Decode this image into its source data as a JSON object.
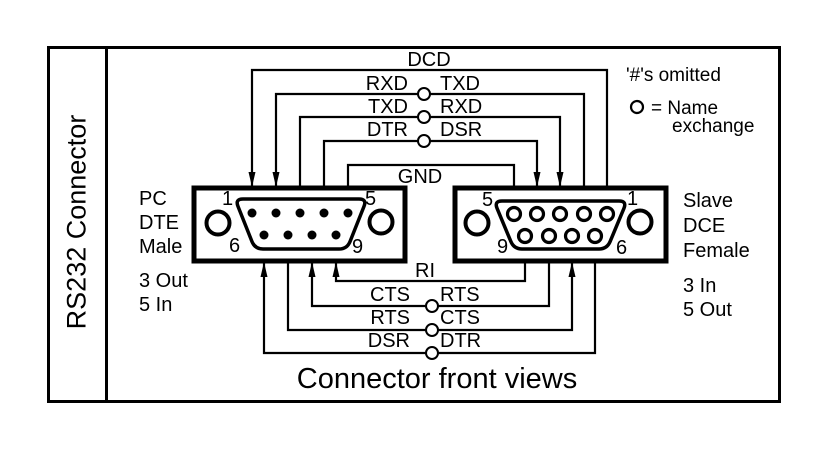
{
  "panel": {
    "side_title": "RS232 Connector",
    "caption": "Connector front views"
  },
  "legend": {
    "omitted": "'#'s omitted",
    "exchange_prefix": "= Name",
    "exchange_suffix": "exchange"
  },
  "pc_connector": {
    "type_lines": [
      "PC",
      "DTE",
      "Male"
    ],
    "io_lines": [
      "3 Out",
      "5 In"
    ],
    "pin_top_left": "1",
    "pin_top_right": "5",
    "pin_bottom_left": "6",
    "pin_bottom_right": "9"
  },
  "slave_connector": {
    "type_lines": [
      "Slave",
      "DCE",
      "Female"
    ],
    "io_lines": [
      "3 In",
      "5 Out"
    ],
    "pin_top_left": "5",
    "pin_top_right": "1",
    "pin_bottom_left": "9",
    "pin_bottom_right": "6"
  },
  "signals": {
    "dcd": "DCD",
    "gnd": "GND",
    "ri": "RI",
    "rows_top": [
      {
        "pc": "RXD",
        "slave": "TXD"
      },
      {
        "pc": "TXD",
        "slave": "RXD"
      },
      {
        "pc": "DTR",
        "slave": "DSR"
      }
    ],
    "rows_bottom": [
      {
        "pc": "CTS",
        "slave": "RTS"
      },
      {
        "pc": "RTS",
        "slave": "CTS"
      },
      {
        "pc": "DSR",
        "slave": "DTR"
      }
    ]
  },
  "colors": {
    "ink": "#000000",
    "paper": "#ffffff"
  }
}
